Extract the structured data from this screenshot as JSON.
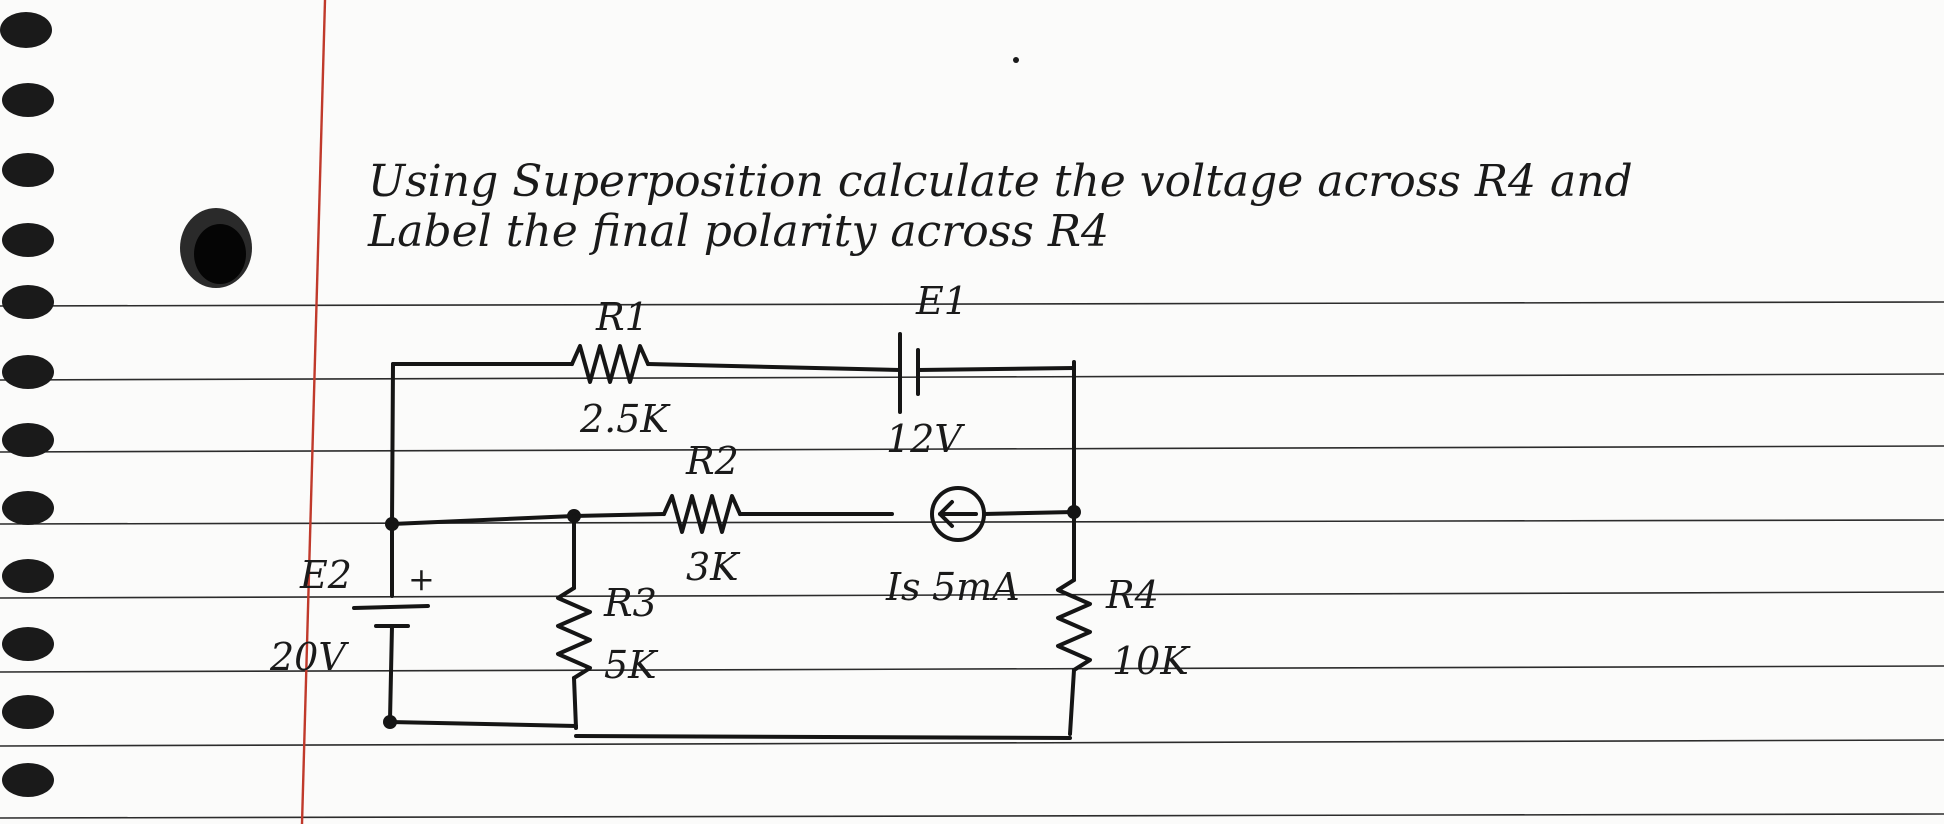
{
  "question": {
    "line1": "Using Superposition calculate the voltage across R4 and",
    "line2": "Label the final polarity across R4"
  },
  "components": {
    "r1": {
      "name": "R1",
      "value": "2.5K"
    },
    "r2": {
      "name": "R2",
      "value": "3K"
    },
    "r3": {
      "name": "R3",
      "value": "5K"
    },
    "r4": {
      "name": "R4",
      "value": "10K"
    },
    "e1": {
      "name": "E1",
      "value": "12V"
    },
    "e2": {
      "name": "E2",
      "value": "20V"
    },
    "is": {
      "name": "Is",
      "value": "5mA"
    }
  },
  "icons": {
    "spiral": "spiral-binding-icon",
    "hole": "punch-hole-icon",
    "current_arrow": "left-arrow-icon"
  },
  "colors": {
    "paper": "#fbfbfa",
    "rule_line": "#2c2c2c",
    "margin_line": "#c0392b",
    "ink": "#1a1a1a"
  }
}
